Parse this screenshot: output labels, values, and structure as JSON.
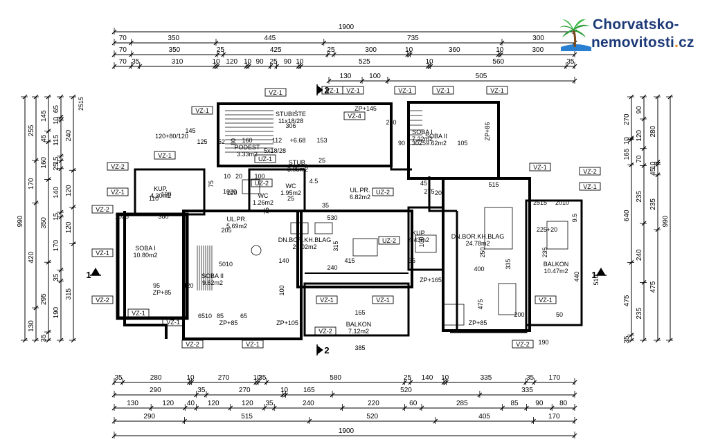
{
  "brand": {
    "line1": "Chorvatsko-",
    "line2_main": "nemovitosti",
    "line2_dot": ".",
    "line2_tld": "cz",
    "colors": {
      "text": "#1d3a78",
      "accent": "#e8841c",
      "palm": "#2f9e3a",
      "sea": "#2b7fd0"
    }
  },
  "top_dims": {
    "total": "1900",
    "row1": [
      "70",
      "350",
      "445",
      "735",
      "300"
    ],
    "row2": [
      "70",
      "350",
      "25",
      "425",
      "25",
      "300",
      "10",
      "360",
      "10",
      "300"
    ],
    "row3": [
      "70",
      "35",
      "310",
      "10",
      "120",
      "10",
      "90",
      "25",
      "90",
      "10",
      "525",
      "10",
      "560",
      "35"
    ],
    "row4": [
      "130",
      "100"
    ],
    "row5": [
      "505"
    ]
  },
  "bottom_dims": {
    "row1": [
      "35",
      "280",
      "10",
      "270",
      "10",
      "35",
      "580",
      "25",
      "140",
      "10",
      "335",
      "35",
      "170"
    ],
    "row2": [
      "290",
      "35",
      "270",
      "10",
      "165",
      "520",
      "335"
    ],
    "row3": [
      "130",
      "120",
      "40",
      "120",
      "120",
      "35",
      "240",
      "220",
      "60",
      "285",
      "85",
      "90",
      "80"
    ],
    "row4": [
      "290",
      "515",
      "520",
      "405",
      "170"
    ],
    "total": "1900"
  },
  "left_dims": {
    "outer": "990",
    "col1": [
      "255",
      "170",
      "420",
      "130"
    ],
    "col2": [
      "145",
      "45",
      "160",
      "350",
      "295",
      "35"
    ],
    "col3": [
      "65",
      "10",
      "115",
      "15",
      "25",
      "140",
      "15",
      "170",
      "35",
      "190"
    ],
    "col4": [
      "240",
      "120",
      "120",
      "315"
    ],
    "misc": [
      "2515",
      "35",
      "35",
      "25"
    ]
  },
  "right_dims": {
    "outer": "990",
    "col1": [
      "270",
      "10",
      "165",
      "640",
      "475",
      "35"
    ],
    "col2": [
      "90",
      "120",
      "70",
      "235",
      "240",
      "235"
    ],
    "col3": [
      "280",
      "10",
      "45",
      "235",
      "475"
    ],
    "misc": [
      "35",
      "35",
      "510"
    ]
  },
  "rooms": [
    {
      "name": "STUBIŠTE",
      "area": "11x18/28"
    },
    {
      "name": "SOBA I",
      "area": "7.22m2"
    },
    {
      "name": "SOBA II",
      "area": "9.62m2"
    },
    {
      "name": "PODEST",
      "area": "3.33m2"
    },
    {
      "name": "STUB.",
      "area": "3.05m2"
    },
    {
      "name": "KUP.",
      "area": "4.30m2"
    },
    {
      "name": "WC",
      "area": "1.26m2"
    },
    {
      "name": "WC",
      "area": "1.95m2"
    },
    {
      "name": "UL.PR.",
      "area": "6.82m2"
    },
    {
      "name": "UL.PR.",
      "area": "5.69m2"
    },
    {
      "name": "DN.BOR.KH.BLAG",
      "area": "22.02m2"
    },
    {
      "name": "KUP.",
      "area": "4.43m2"
    },
    {
      "name": "DN.BOR.KH.BLAG",
      "area": "24.78m2"
    },
    {
      "name": "SOBA I",
      "area": "10.80m2"
    },
    {
      "name": "SOBA II",
      "area": "9.62m2"
    },
    {
      "name": "BALKON",
      "area": "10.47m2"
    },
    {
      "name": "BALKON",
      "area": "7.12m2"
    }
  ],
  "window_tags": [
    "VZ-1",
    "VZ-2",
    "VZ-4",
    "UZ-1",
    "UZ-2",
    "ZP+145",
    "ZP+85",
    "ZP+105",
    "ZP+165",
    "ZP+86"
  ],
  "section_marks": [
    "1",
    "2"
  ],
  "inner_dims": [
    "306",
    "145",
    "120+80/120",
    "125",
    "52",
    "80",
    "160",
    "112",
    "+6.68",
    "153",
    "5x18/28",
    "10",
    "20",
    "75",
    "1020",
    "100",
    "120",
    "75",
    "25",
    "205",
    "380",
    "1025",
    "190",
    "110",
    "530",
    "315",
    "415",
    "240",
    "140",
    "35",
    "95",
    "120",
    "6510",
    "85",
    "65",
    "5010",
    "100",
    "165",
    "385",
    "190",
    "400",
    "250",
    "335",
    "475",
    "200",
    "50",
    "235",
    "225+20",
    "440",
    "515",
    "100",
    "275",
    "260",
    "105",
    "90",
    "3025",
    "20",
    "45",
    "2515",
    "2010",
    "9.5",
    "4.5",
    "25",
    "35"
  ]
}
